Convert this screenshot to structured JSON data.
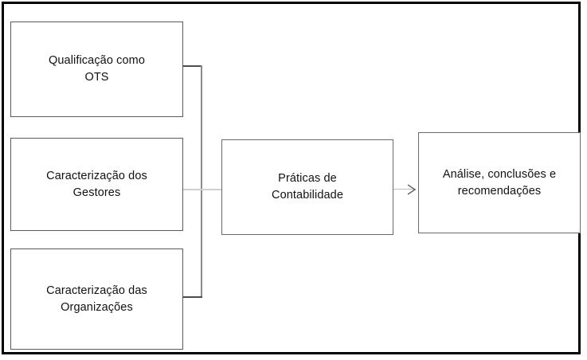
{
  "figure": {
    "type": "flow-diagram",
    "orientation": "left-to-right",
    "frame": {
      "border_color": "#000000",
      "background": "#ffffff"
    }
  },
  "nodes": {
    "inputs": [
      {
        "id": "qualificacao",
        "label": "Qualificação como\nOTS"
      },
      {
        "id": "gestores",
        "label": "Caracterização dos\nGestores"
      },
      {
        "id": "organizacoes",
        "label": "Caracterização das\nOrganizações"
      }
    ],
    "process": {
      "id": "praticas",
      "label": "Práticas de\nContabilidade"
    },
    "output": {
      "id": "analise",
      "label": "Análise, conclusões e\nrecomendações"
    }
  },
  "connectors": [
    {
      "id": "bracket",
      "kind": "bracket",
      "from": [
        "qualificacao",
        "gestores",
        "organizacoes"
      ],
      "to": "praticas",
      "arrowhead": false,
      "color": "#4d4d4d"
    },
    {
      "id": "praticas-to-analise",
      "kind": "arrow",
      "from": "praticas",
      "to": "analise",
      "arrowhead": true,
      "color": "#bdbdbd"
    }
  ],
  "colors": {
    "frame_border": "#000000",
    "box_border": "#5a5a5a",
    "text": "#111111",
    "connector": "#4d4d4d",
    "connector_light": "#cfcfcf",
    "background": "#ffffff"
  }
}
